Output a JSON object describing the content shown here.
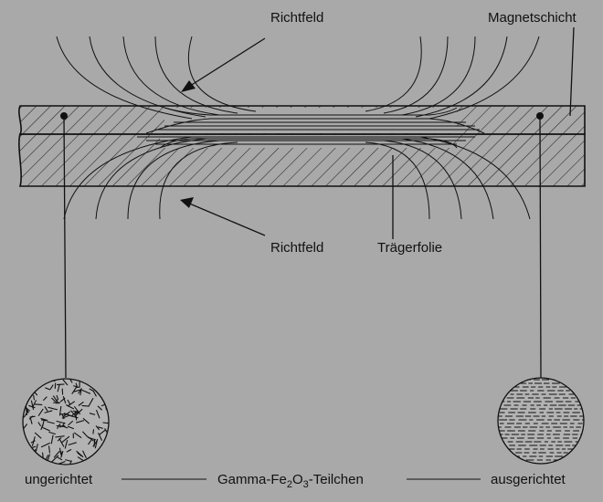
{
  "labels": {
    "richtfeld_top": "Richtfeld",
    "magnetschicht": "Magnetschicht",
    "richtfeld_bottom": "Richtfeld",
    "traegerfolie": "Trägerfolie",
    "ungerichtet": "ungerichtet",
    "ausgerichtet": "ausgerichtet",
    "particles": {
      "prefix": "Gamma-Fe",
      "sub1": "2",
      "mid": "O",
      "sub2": "3",
      "suffix": "-Teilchen"
    }
  },
  "colors": {
    "background": "#a9a9a9",
    "ink": "#111111"
  }
}
